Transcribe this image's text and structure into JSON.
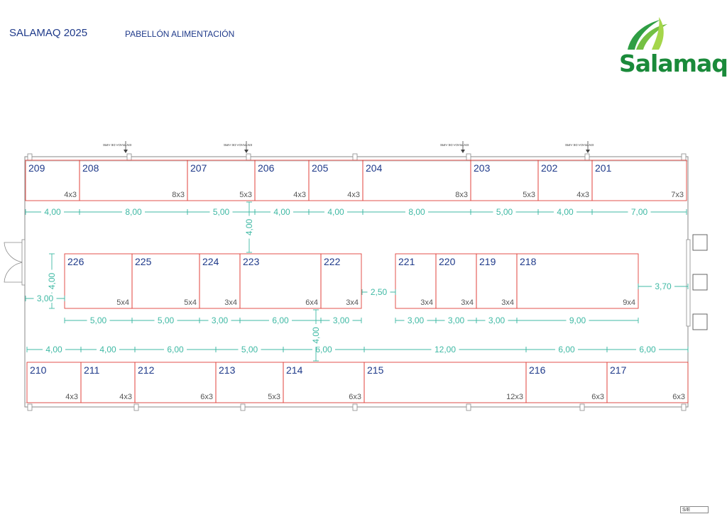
{
  "header": {
    "event": "SALAMAQ 2025",
    "pavilion": "PABELLÓN ALIMENTACIÓN",
    "logo_text": "Salamaq",
    "corner_code": "S/E"
  },
  "colors": {
    "stand_border": "#e0413a",
    "stand_number": "#1f3a8a",
    "dimension": "#3fb9a4",
    "building": "#8a8a8a",
    "logo_green": "#1a8a3a"
  },
  "entries": [
    "ENTRADA DE AIRE",
    "ENTRADA DE AIRE",
    "ENTRADA DE AIRE",
    "ENTRADA DE AIRE"
  ],
  "rows": {
    "top": {
      "stands": [
        {
          "number": "209",
          "size": "4x3"
        },
        {
          "number": "208",
          "size": "8x3"
        },
        {
          "number": "207",
          "size": "5x3"
        },
        {
          "number": "206",
          "size": "4x3"
        },
        {
          "number": "205",
          "size": "4x3"
        },
        {
          "number": "204",
          "size": "8x3"
        },
        {
          "number": "203",
          "size": "5x3"
        },
        {
          "number": "202",
          "size": "4x3"
        },
        {
          "number": "201",
          "size": "7x3"
        }
      ],
      "dims": [
        "4,00",
        "8,00",
        "5,00",
        "4,00",
        "4,00",
        "8,00",
        "5,00",
        "4,00",
        "7,00"
      ]
    },
    "middle_left": {
      "stands": [
        {
          "number": "226",
          "size": "5x4"
        },
        {
          "number": "225",
          "size": "5x4"
        },
        {
          "number": "224",
          "size": "3x4"
        },
        {
          "number": "223",
          "size": "6x4"
        },
        {
          "number": "222",
          "size": "3x4"
        }
      ],
      "dims": [
        "5,00",
        "5,00",
        "3,00",
        "6,00",
        "3,00"
      ]
    },
    "middle_right": {
      "stands": [
        {
          "number": "221",
          "size": "3x4"
        },
        {
          "number": "220",
          "size": "3x4"
        },
        {
          "number": "219",
          "size": "3x4"
        },
        {
          "number": "218",
          "size": "9x4"
        }
      ],
      "dims": [
        "3,00",
        "3,00",
        "3,00",
        "9,00"
      ]
    },
    "bottom": {
      "stands": [
        {
          "number": "210",
          "size": "4x3"
        },
        {
          "number": "211",
          "size": "4x3"
        },
        {
          "number": "212",
          "size": "6x3"
        },
        {
          "number": "213",
          "size": "5x3"
        },
        {
          "number": "214",
          "size": "6x3"
        },
        {
          "number": "215",
          "size": "12x3"
        },
        {
          "number": "216",
          "size": "6x3"
        },
        {
          "number": "217",
          "size": "6x3"
        }
      ],
      "dims": [
        "4,00",
        "4,00",
        "6,00",
        "5,00",
        "6,00",
        "12,00",
        "6,00",
        "6,00"
      ]
    }
  },
  "aisles": {
    "top_aisle": "4,00",
    "bottom_aisle": "4,00",
    "left_gap": "3,00",
    "left_depth": "4,00",
    "center_gap": "2,50",
    "right_gap": "3,70"
  }
}
